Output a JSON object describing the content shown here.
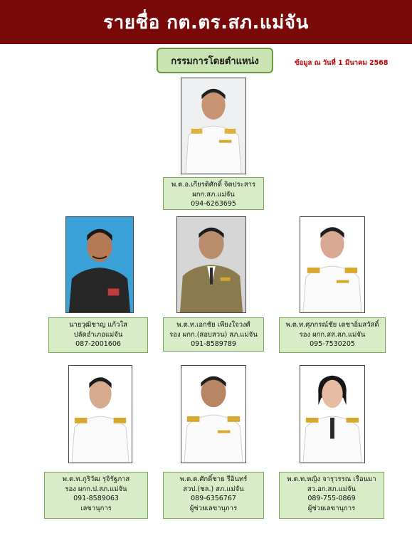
{
  "header": {
    "title": "รายชื่อ กต.ตร.สภ.แม่จัน"
  },
  "section": {
    "label": "กรรมการโดยตำแหน่ง"
  },
  "date_note": "ข้อมูล ณ วันที่ 1 มีนาคม 2568",
  "colors": {
    "header": "#7a0a0a",
    "card": "#d8ecc7",
    "card_border": "#7aa55a",
    "date": "#c00000"
  },
  "members": [
    {
      "name": "พ.ต.อ.เกียรติศักดิ์  จิตประสาร",
      "position": "ผกก.สภ.แม่จัน",
      "phone": "094-6263695",
      "role": "",
      "photo": "officer-white-uniform"
    },
    {
      "name": "นายวุฒิชาญ  แก้วใส",
      "position": "ปลัดอำเภอแม่จัน",
      "phone": "087-2001606",
      "role": "",
      "photo": "civilian-dark-shirt"
    },
    {
      "name": "พ.ต.ท.เอกชัย   เพียงใจวงศ์",
      "position": "รอง ผกก.(สอบสวน) สภ.แม่จัน",
      "phone": "091-8589789",
      "role": "",
      "photo": "officer-khaki-uniform"
    },
    {
      "name": "พ.ต.ท.ศุภกรณ์ชัย เดชาอิ่มสวัสดิ์",
      "position": "รอง ผกก.สส.สภ.แม่จัน",
      "phone": "095-7530205",
      "role": "",
      "photo": "officer-white-uniform"
    },
    {
      "name": "พ.ต.ท.ภูริวัฒ รุจิรัฐภาส",
      "position": "รอง ผกก.ป.สภ.แม่จัน",
      "phone": "091-8589063",
      "role": "เลขานุการ",
      "photo": "officer-white-uniform"
    },
    {
      "name": "พ.ต.ต.ศักดิ์ชาย รีอินทร์",
      "position": "สวป.(ชล.) สภ.แม่จัน",
      "phone": "089-6356767",
      "role": "ผู้ช่วยเลขานุการ",
      "photo": "officer-white-uniform"
    },
    {
      "name": "พ.ต.ท.หญิง จารุวรรณ เรือนมา",
      "position": "สว.อก.สภ.แม่จัน",
      "phone": "089-755-0869",
      "role": "ผู้ช่วยเลขานุการ",
      "photo": "officer-female-uniform"
    }
  ]
}
